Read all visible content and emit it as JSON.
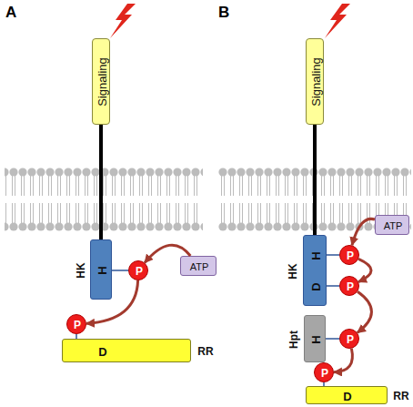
{
  "diagram": {
    "nodes": [
      {
        "text": [
          "Signaling"
        ]
      },
      {
        "text": [
          "H",
          "HK"
        ]
      },
      {
        "text": [
          "P"
        ]
      },
      {
        "text": [
          "ATP"
        ]
      },
      {
        "text": [
          "P"
        ]
      },
      {
        "text": [
          "D",
          "RR"
        ]
      },
      {
        "text": [
          "Signaling"
        ]
      },
      {
        "text": [
          "H",
          "D",
          "HK"
        ]
      },
      {
        "text": [
          "P"
        ]
      },
      {
        "text": [
          "P"
        ]
      },
      {
        "text": [
          "ATP"
        ]
      },
      {
        "text": [
          "H",
          "Hpt"
        ]
      },
      {
        "text": [
          "P"
        ]
      },
      {
        "text": [
          "P"
        ]
      },
      {
        "text": [
          "D",
          "RR"
        ]
      }
    ],
    "edges": [
      {
        "from": 0,
        "to": 1,
        "arrow": "none"
      },
      {
        "from": 1,
        "to": 2,
        "arrow": "none"
      },
      {
        "from": 3,
        "to": 2,
        "arrow": "to"
      },
      {
        "from": 2,
        "to": 4,
        "arrow": "to"
      },
      {
        "from": 4,
        "to": 5,
        "arrow": "none"
      },
      {
        "from": 6,
        "to": 7,
        "arrow": "none"
      },
      {
        "from": 7,
        "to": 8,
        "arrow": "none"
      },
      {
        "from": 7,
        "to": 9,
        "arrow": "none"
      },
      {
        "from": 10,
        "to": 8,
        "arrow": "to"
      },
      {
        "from": 8,
        "to": 9,
        "arrow": "to"
      },
      {
        "from": 9,
        "to": 12,
        "arrow": "to"
      },
      {
        "from": 11,
        "to": 12,
        "arrow": "none"
      },
      {
        "from": 12,
        "to": 13,
        "arrow": "to"
      },
      {
        "from": 13,
        "to": 14,
        "arrow": "none"
      }
    ],
    "labels": [
      "A",
      "B"
    ]
  }
}
